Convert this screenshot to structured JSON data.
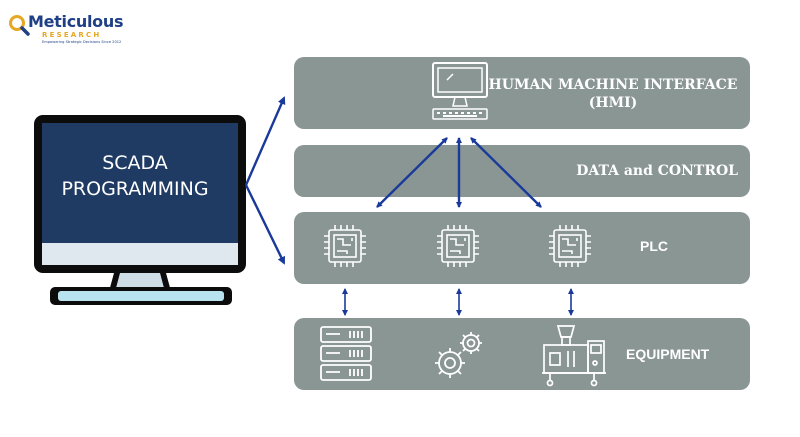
{
  "brand": {
    "name": "Meticulous",
    "sub": "RESEARCH",
    "tagline": "Empowering Strategic Decisions Since 2012"
  },
  "monitor": {
    "line1": "SCADA",
    "line2": "PROGRAMMING"
  },
  "layers": {
    "hmi": {
      "line1": "HUMAN MACHINE INTERFACE",
      "line2": "(HMI)"
    },
    "data": "DATA and CONTROL",
    "plc": "PLC",
    "equipment": "EQUIPMENT"
  },
  "icons": {
    "hmi": "desktop-computer-icon",
    "plc": [
      "microchip-icon",
      "microchip-icon",
      "microchip-icon"
    ],
    "equipment": [
      "server-rack-icon",
      "gears-icon",
      "industrial-machine-icon"
    ]
  },
  "colors": {
    "layer_fill": "#8a9694",
    "arrow": "#1a3a9a",
    "monitor_screen": "#1f3a63",
    "brand_blue": "#1f3f86",
    "brand_gold": "#e6a723"
  }
}
